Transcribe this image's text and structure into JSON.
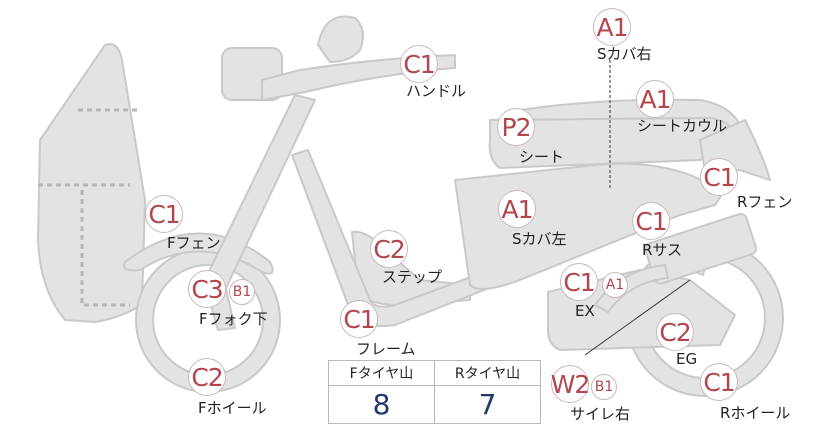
{
  "parts": [
    {
      "name": "sc-right",
      "badge": "A1",
      "label": "Sカバ右"
    },
    {
      "name": "handle",
      "badge": "C1",
      "label": "ハンドル"
    },
    {
      "name": "seat-cowl",
      "badge": "A1",
      "label": "シートカウル"
    },
    {
      "name": "seat",
      "badge": "P2",
      "label": "シート"
    },
    {
      "name": "r-fender",
      "badge": "C1",
      "label": "Rフェン"
    },
    {
      "name": "f-fender",
      "badge": "C1",
      "label": "Fフェン"
    },
    {
      "name": "sc-left",
      "badge": "A1",
      "label": "Sカバ左"
    },
    {
      "name": "r-sus",
      "badge": "C1",
      "label": "Rサス"
    },
    {
      "name": "step",
      "badge": "C2",
      "label": "ステップ"
    },
    {
      "name": "ex",
      "badge": "C1",
      "sub": "A1",
      "label": "EX"
    },
    {
      "name": "f-fork",
      "badge": "C3",
      "sub": "B1",
      "label": "Fフォク下"
    },
    {
      "name": "frame",
      "badge": "C1",
      "label": "フレーム"
    },
    {
      "name": "eg",
      "badge": "C2",
      "label": "EG"
    },
    {
      "name": "f-wheel",
      "badge": "C2",
      "label": "Fホイール"
    },
    {
      "name": "silencer",
      "badge": "W2",
      "sub": "B1",
      "label": "サイレ右"
    },
    {
      "name": "r-wheel",
      "badge": "C1",
      "label": "Rホイール"
    }
  ],
  "tire_table": {
    "front_label": "Fタイヤ山",
    "rear_label": "Rタイヤ山",
    "front_value": "8",
    "rear_value": "7"
  }
}
